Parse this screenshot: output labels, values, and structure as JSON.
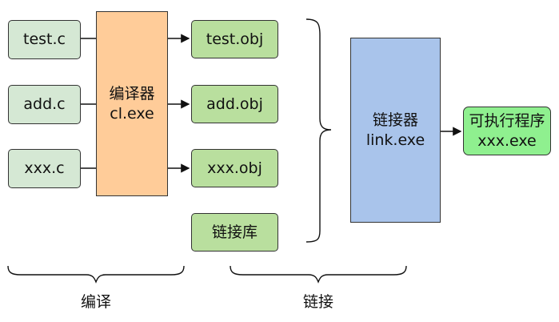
{
  "sources": [
    "test.c",
    "add.c",
    "xxx.c"
  ],
  "compiler": {
    "line1": "编译器",
    "line2": "cl.exe"
  },
  "objects": [
    "test.obj",
    "add.obj",
    "xxx.obj"
  ],
  "library": "链接库",
  "linker": {
    "line1": "链接器",
    "line2": "link.exe"
  },
  "output": {
    "line1": "可执行程序",
    "line2": "xxx.exe"
  },
  "phases": {
    "compile": "编译",
    "link": "链接"
  },
  "colors": {
    "source_fill": "#d5e8d4",
    "object_fill": "#b9df9e",
    "compiler_fill": "#ffcc99",
    "linker_fill": "#a9c4eb",
    "output_fill": "#8ff08f"
  }
}
